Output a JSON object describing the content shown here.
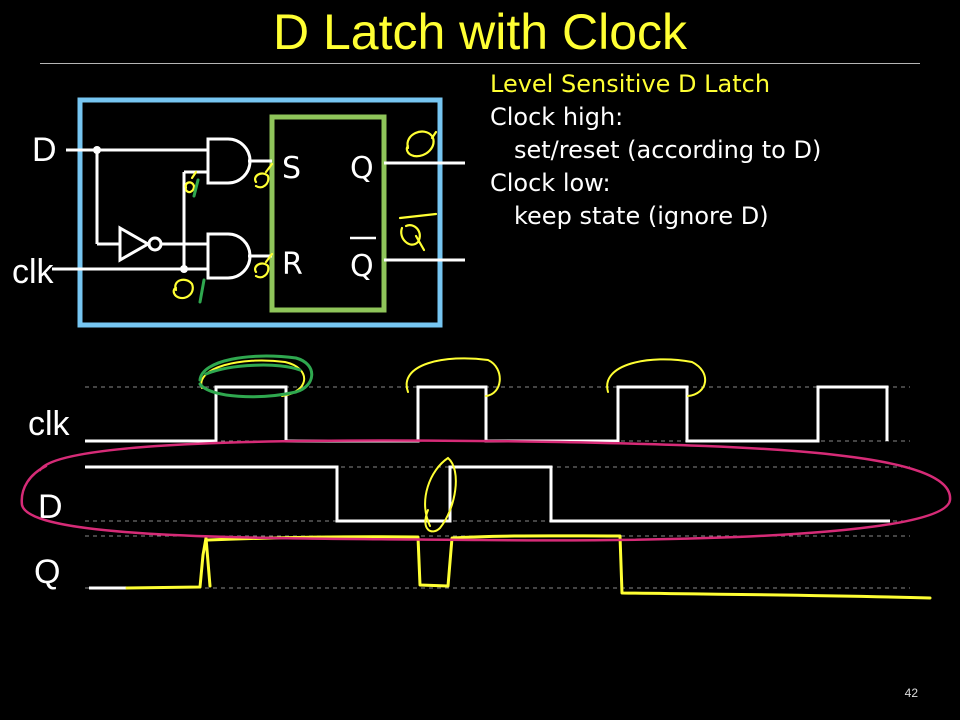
{
  "slide": {
    "title": "D Latch with Clock",
    "page_number": "42"
  },
  "notes": {
    "heading": "Level Sensitive D Latch",
    "lines": [
      "Clock high:",
      "set/reset (according to D)",
      "Clock low:",
      "keep state (ignore D)"
    ]
  },
  "circuit": {
    "inputs": [
      "D",
      "clk"
    ],
    "latch_labels": {
      "s": "S",
      "r": "R",
      "q": "Q",
      "qbar": "Q"
    },
    "colors": {
      "outer_box": "#76c6f2",
      "sr_box": "#8fc55a",
      "wire": "#ffffff"
    }
  },
  "waveforms": {
    "signals": [
      "clk",
      "D",
      "Q"
    ],
    "colors": {
      "trace": "#ffffff",
      "grid": "#888888",
      "annotation_yellow": "#ffff33",
      "annotation_green": "#2fa84f",
      "annotation_magenta": "#d62b77"
    }
  }
}
